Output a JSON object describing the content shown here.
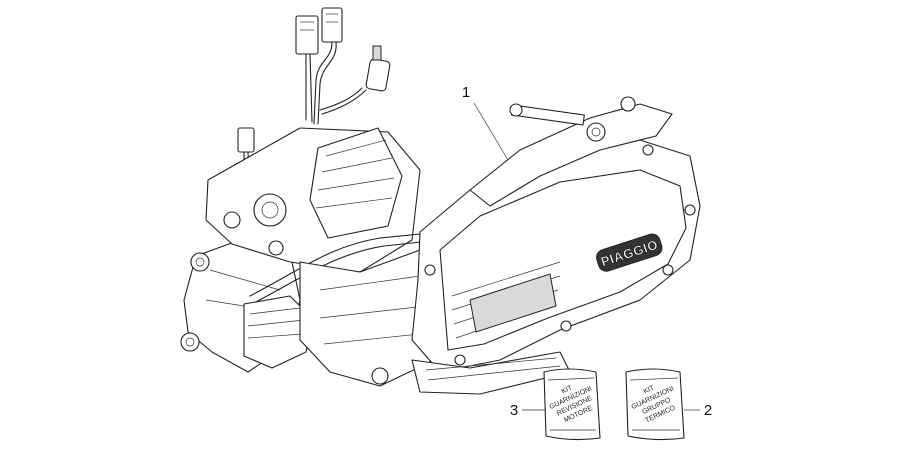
{
  "callouts": {
    "c1": "1",
    "c2": "2",
    "c3": "3"
  },
  "engine": {
    "brand_logo": "PIAGGIO"
  },
  "kit_left": {
    "lines": [
      "KIT",
      "GUARNIZIONI",
      "REVISIONE",
      "MOTORE"
    ]
  },
  "kit_right": {
    "lines": [
      "KIT",
      "GUARNIZIONI",
      "GRUPPO",
      "TERMICO"
    ]
  }
}
